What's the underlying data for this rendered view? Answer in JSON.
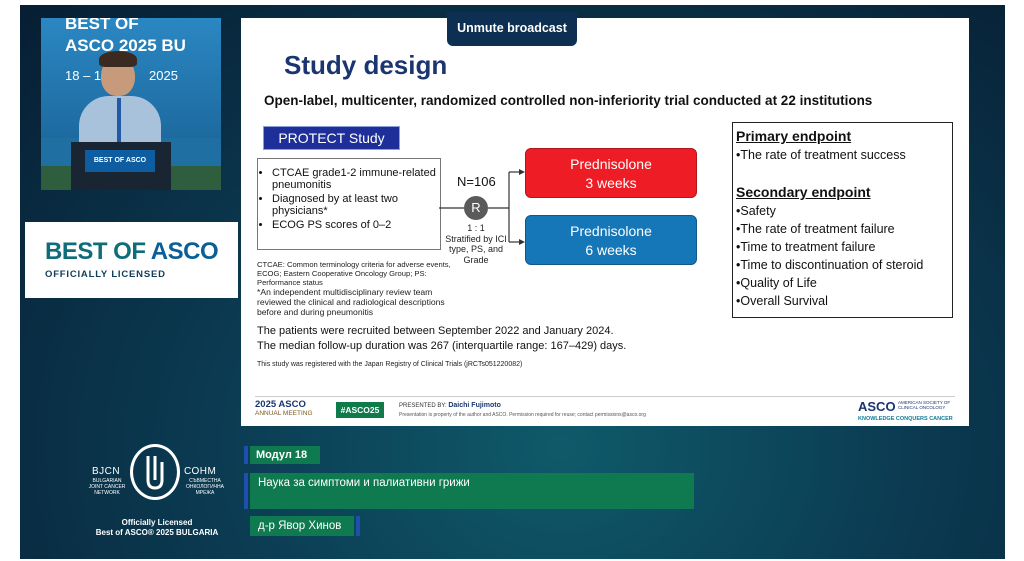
{
  "colors": {
    "stage_bg": "#0b3b52",
    "lower_third": "#0f7a50",
    "accent_blue": "#1f4fae",
    "slide_title": "#1a3570",
    "arm1": "#ee1c24",
    "arm2": "#1677b8",
    "protect_box": "#1e2f9a"
  },
  "controls": {
    "unmute_label": "Unmute broadcast"
  },
  "video": {
    "banner_line1": "BEST OF",
    "banner_line2": "ASCO 2025 BU",
    "banner_dates": "18 – 19",
    "banner_year": "2025",
    "podium_logo": "BEST OF ASCO"
  },
  "branding": {
    "best_of": "BEST OF",
    "asco": "ASCO",
    "licensed": "OFFICIALLY LICENSED"
  },
  "slide": {
    "title": "Study design",
    "subtitle": "Open-label, multicenter, randomized controlled non-inferiority trial conducted at 22 institutions",
    "study_name": "PROTECT Study",
    "criteria": [
      "CTCAE grade1-2 immune-related pneumonitis",
      "Diagnosed by at least two physicians*",
      "ECOG PS scores of 0–2"
    ],
    "abbreviations": "CTCAE: Common terminology criteria for adverse events, ECOG; Eastern Cooperative Oncology Group; PS: Performance status",
    "footnote": "*An independent multidisciplinary review team reviewed the clinical and radiological descriptions before and during pneumonitis",
    "n_label": "N=106",
    "r_label": "R",
    "ratio": "1 : 1",
    "stratification": "Stratified by ICI type, PS, and Grade",
    "arm1_line1": "Prednisolone",
    "arm1_line2": "3 weeks",
    "arm2_line1": "Prednisolone",
    "arm2_line2": "6 weeks",
    "primary_heading": "Primary endpoint",
    "primary_items": [
      "The rate of treatment success"
    ],
    "secondary_heading": "Secondary endpoint",
    "secondary_items": [
      "Safety",
      "The rate of treatment failure",
      "Time to treatment failure",
      "Time to discontinuation of steroid",
      "Quality of Life",
      "Overall Survival"
    ],
    "recruit_line1": "The patients were recruited between September 2022 and January 2024.",
    "recruit_line2": "The median follow-up duration was 267 (interquartile range: 167–429) days.",
    "registry": "This study was registered with the Japan Registry of Clinical Trials (jRCTs051220082)",
    "footer_meeting": "2025 ASCO",
    "footer_meeting_sub": "ANNUAL MEETING",
    "footer_hashtag": "#ASCO25",
    "footer_presented_by": "PRESENTED BY:",
    "footer_presenter": "Daichi Fujimoto",
    "footer_property": "Presentation is property of the author and ASCO. Permission required for reuse; contact permissions@asco.org",
    "footer_asco": "ASCO",
    "footer_asco_small": "AMERICAN SOCIETY OF CLINICAL ONCOLOGY",
    "footer_tagline": "KNOWLEDGE CONQUERS CANCER"
  },
  "lower_third": {
    "module": "Модул 18",
    "topic": "Наука за симптоми и палиативни грижи",
    "speaker": "д-р Явор Хинов"
  },
  "bjcn": {
    "left": "BJCN",
    "left_sub": "BULGARIAN JOINT CANCER NETWORK",
    "right": "СОНМ",
    "right_sub": "СЪВМЕСТНА ОНКОЛОГИЧНА МРЕЖА",
    "officially": "Officially Licensed",
    "edition": "Best of ASCO® 2025 BULGARIA"
  }
}
